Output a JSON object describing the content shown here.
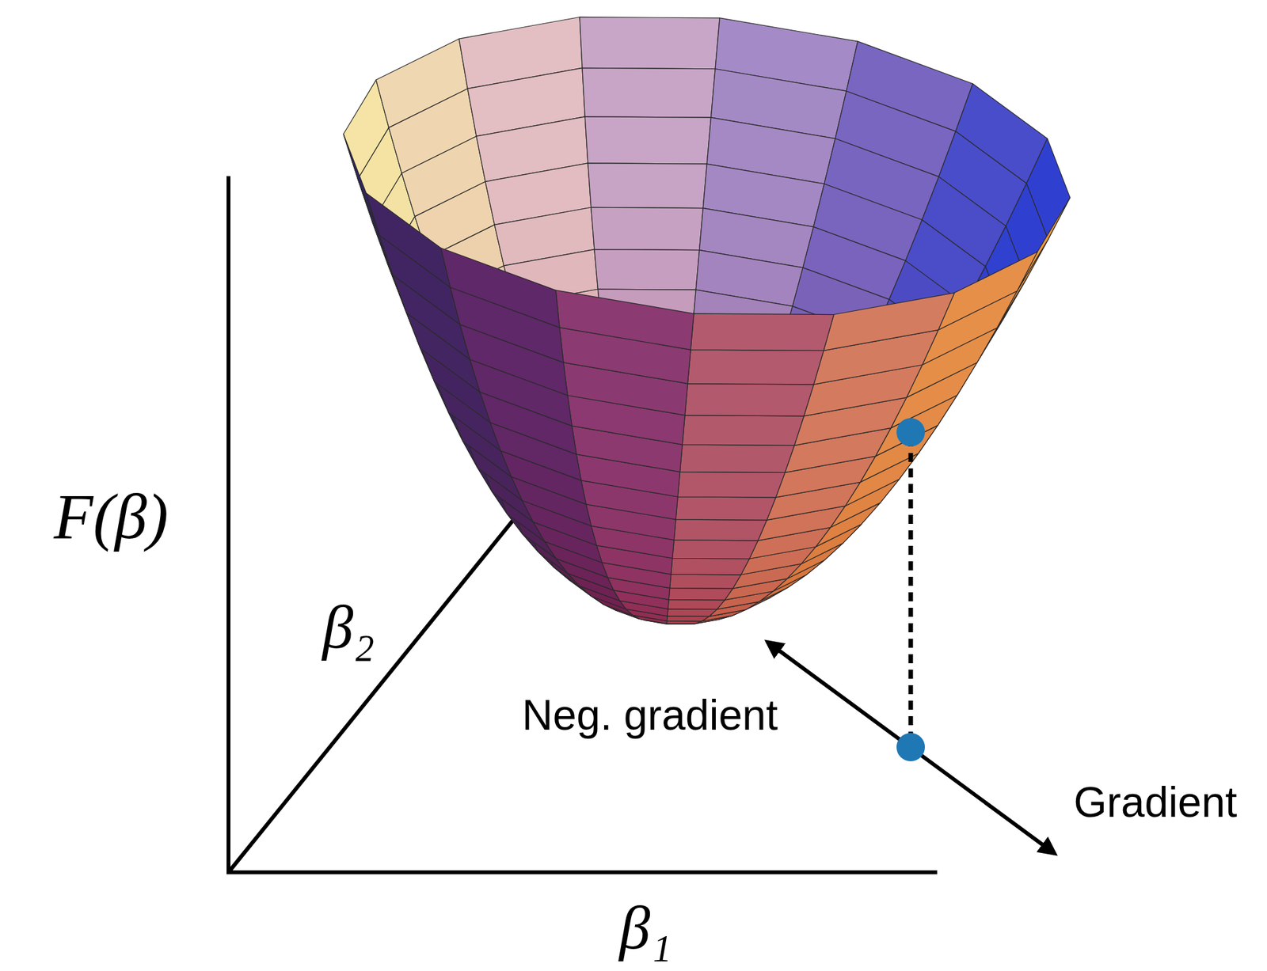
{
  "diagram": {
    "labels": [
      "F(β)",
      "β₂",
      "β₁",
      "Neg. gradient",
      "Gradient"
    ]
  }
}
